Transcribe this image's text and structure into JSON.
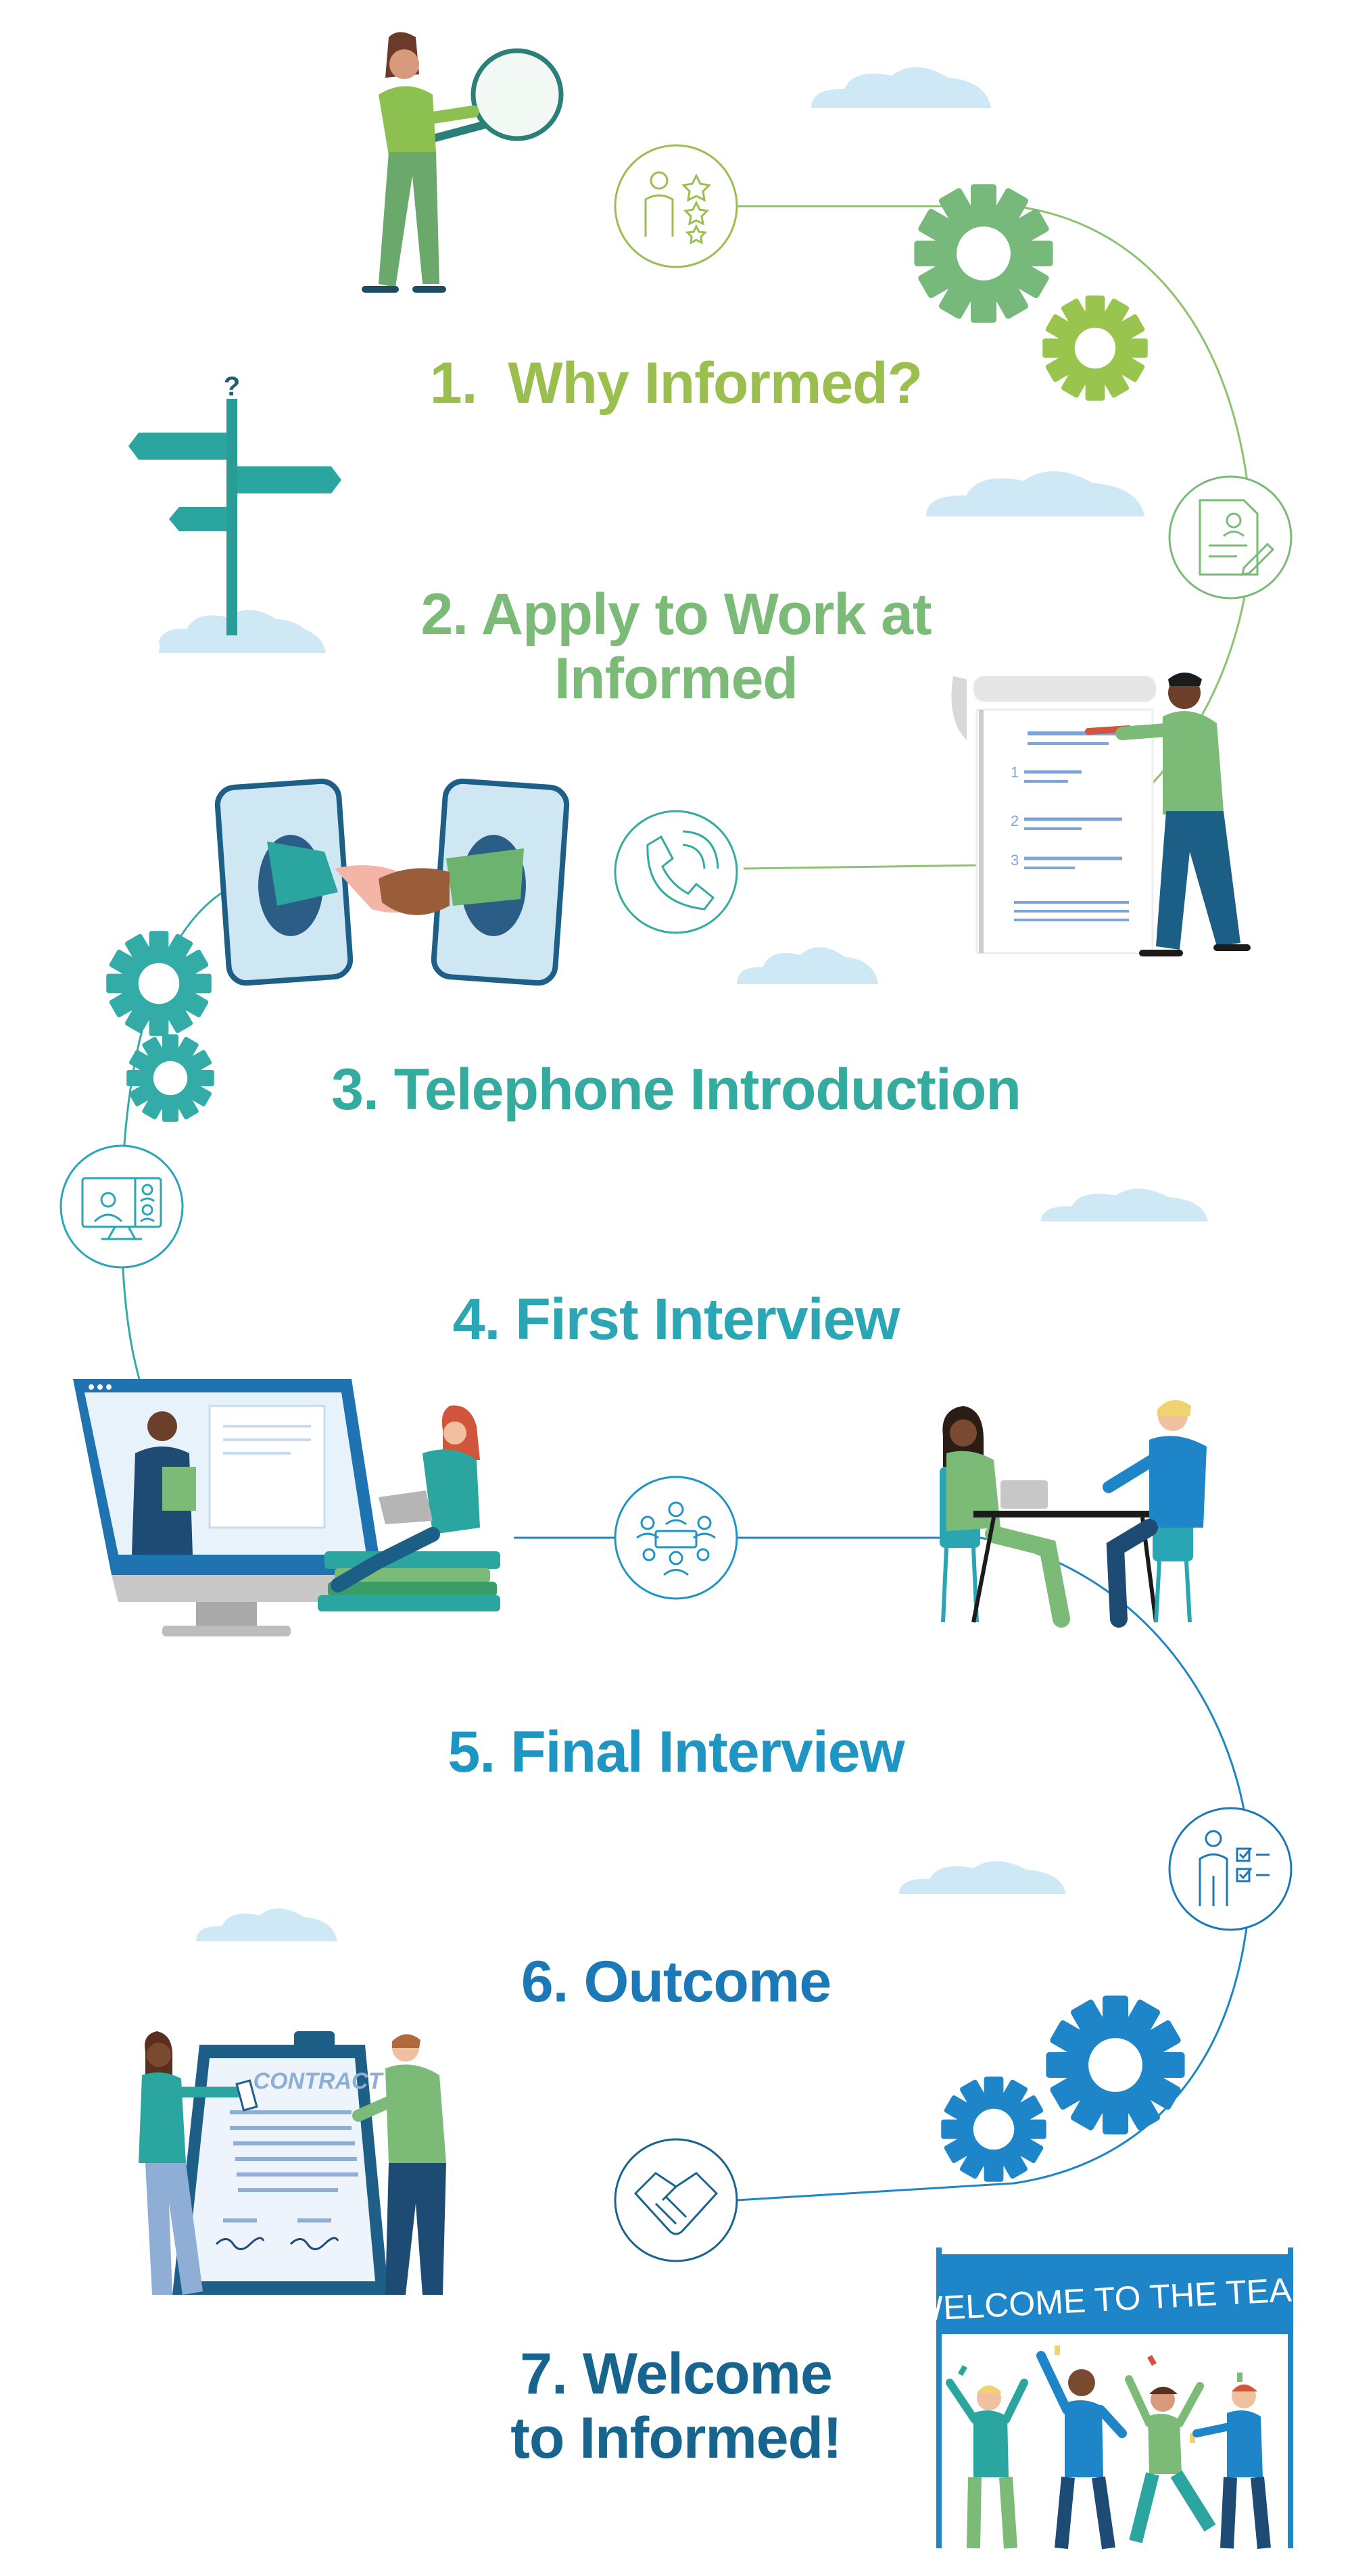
{
  "steps": [
    {
      "number": "1.",
      "title": "Why Informed?",
      "color": "#9bbf4e",
      "icon": "candidate-stars-icon"
    },
    {
      "number": "2.",
      "title": "Apply to Work at",
      "title_line2": "Informed",
      "color": "#7cba78",
      "icon": "resume-document-icon"
    },
    {
      "number": "3.",
      "title": "Telephone Introduction",
      "color": "#33ab9f",
      "icon": "telephone-icon"
    },
    {
      "number": "4.",
      "title": "First Interview",
      "color": "#2aa6b4",
      "icon": "video-call-icon"
    },
    {
      "number": "5.",
      "title": "Final Interview",
      "color": "#1f95c4",
      "icon": "group-meeting-icon"
    },
    {
      "number": "6.",
      "title": "Outcome",
      "color": "#1c79b8",
      "icon": "checklist-person-icon"
    },
    {
      "number": "7.",
      "title": "Welcome",
      "title_line2": "to Informed!",
      "color": "#17648f",
      "icon": "handshake-icon"
    }
  ],
  "illustrations": {
    "contract_label": "CONTRACT",
    "banner_text": "WELCOME TO THE TEAM",
    "chart_numbers": [
      "1",
      "2",
      "3"
    ],
    "signpost_mark": "?"
  },
  "colors": {
    "cloud": "#cfe8f5",
    "gear_green_dark": "#76b97a",
    "gear_green_light": "#99c44d",
    "gear_teal": "#33aca7",
    "gear_blue": "#1e86c8"
  }
}
